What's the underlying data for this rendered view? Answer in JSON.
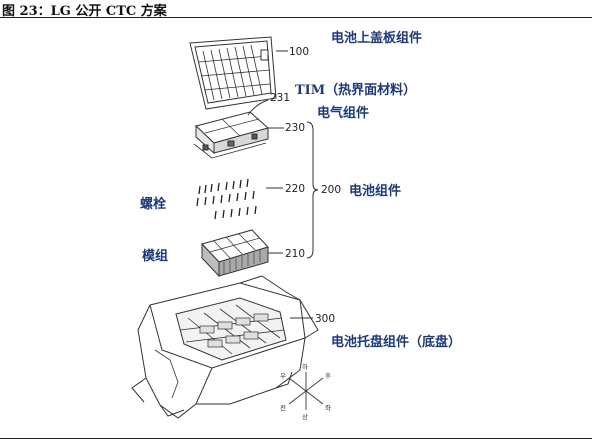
{
  "figure": {
    "title": "图 23：LG 公开 CTC 方案"
  },
  "labels": {
    "top_cover": "电池上盖板组件",
    "tim": "TIM（热界面材料）",
    "electrical": "电气组件",
    "bolts": "螺栓",
    "battery_assembly": "电池组件",
    "module": "模组",
    "tray": "电池托盘组件（底盘）"
  },
  "ref_numbers": {
    "n100": "100",
    "n231": "231",
    "n230": "230",
    "n220": "220",
    "n200": "200",
    "n210": "210",
    "n300": "300"
  },
  "compass": {
    "up": "하",
    "upper_right": "후",
    "upper_left": "우",
    "lower_left": "전",
    "lower_right": "좌",
    "down": "상"
  },
  "colors": {
    "label_blue": "#1f3a78",
    "line": "#333333"
  }
}
